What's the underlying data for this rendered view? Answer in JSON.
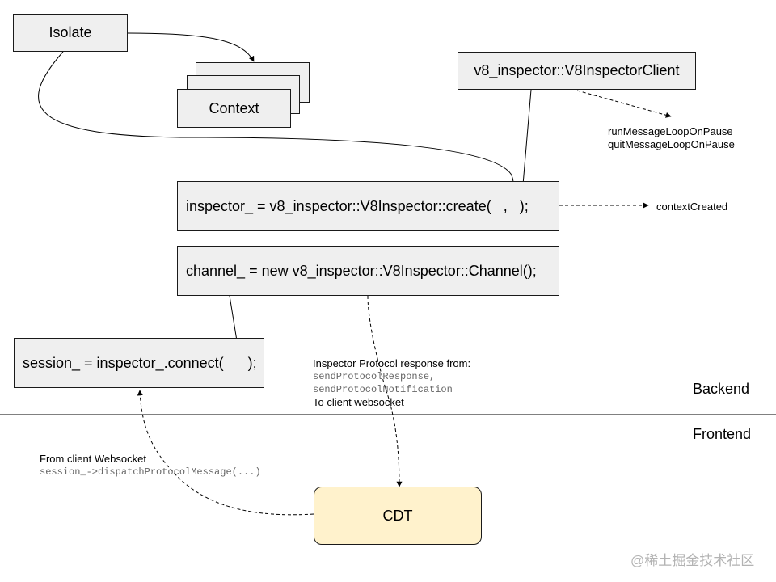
{
  "boxes": {
    "isolate": "Isolate",
    "context": "Context",
    "inspector_client": "v8_inspector::V8InspectorClient",
    "inspector_create": "inspector_ = v8_inspector::V8Inspector::create(   ,   );",
    "channel": "channel_ = new v8_inspector::V8Inspector::Channel();",
    "session": "session_ = inspector_.connect(      );",
    "cdt": "CDT"
  },
  "labels": {
    "client_methods": [
      "runMessageLoopOnPause",
      "quitMessageLoopOnPause"
    ],
    "context_created": "contextCreated",
    "protocol_response": {
      "title": "Inspector Protocol response from:",
      "method1": "sendProtocolResponse,",
      "method2": "sendProtocolNotification",
      "footer": "To client websocket"
    },
    "from_client": {
      "title": "From client Websocket",
      "method": "session_->dispatchProtocolMessage(...)"
    },
    "backend": "Backend",
    "frontend": "Frontend"
  },
  "watermark": "@稀土掘金技术社区",
  "colors": {
    "box_fill": "#efefef",
    "cdt_fill": "#fff2cc",
    "stroke": "#1a1a1a",
    "mono_text": "#666666"
  }
}
